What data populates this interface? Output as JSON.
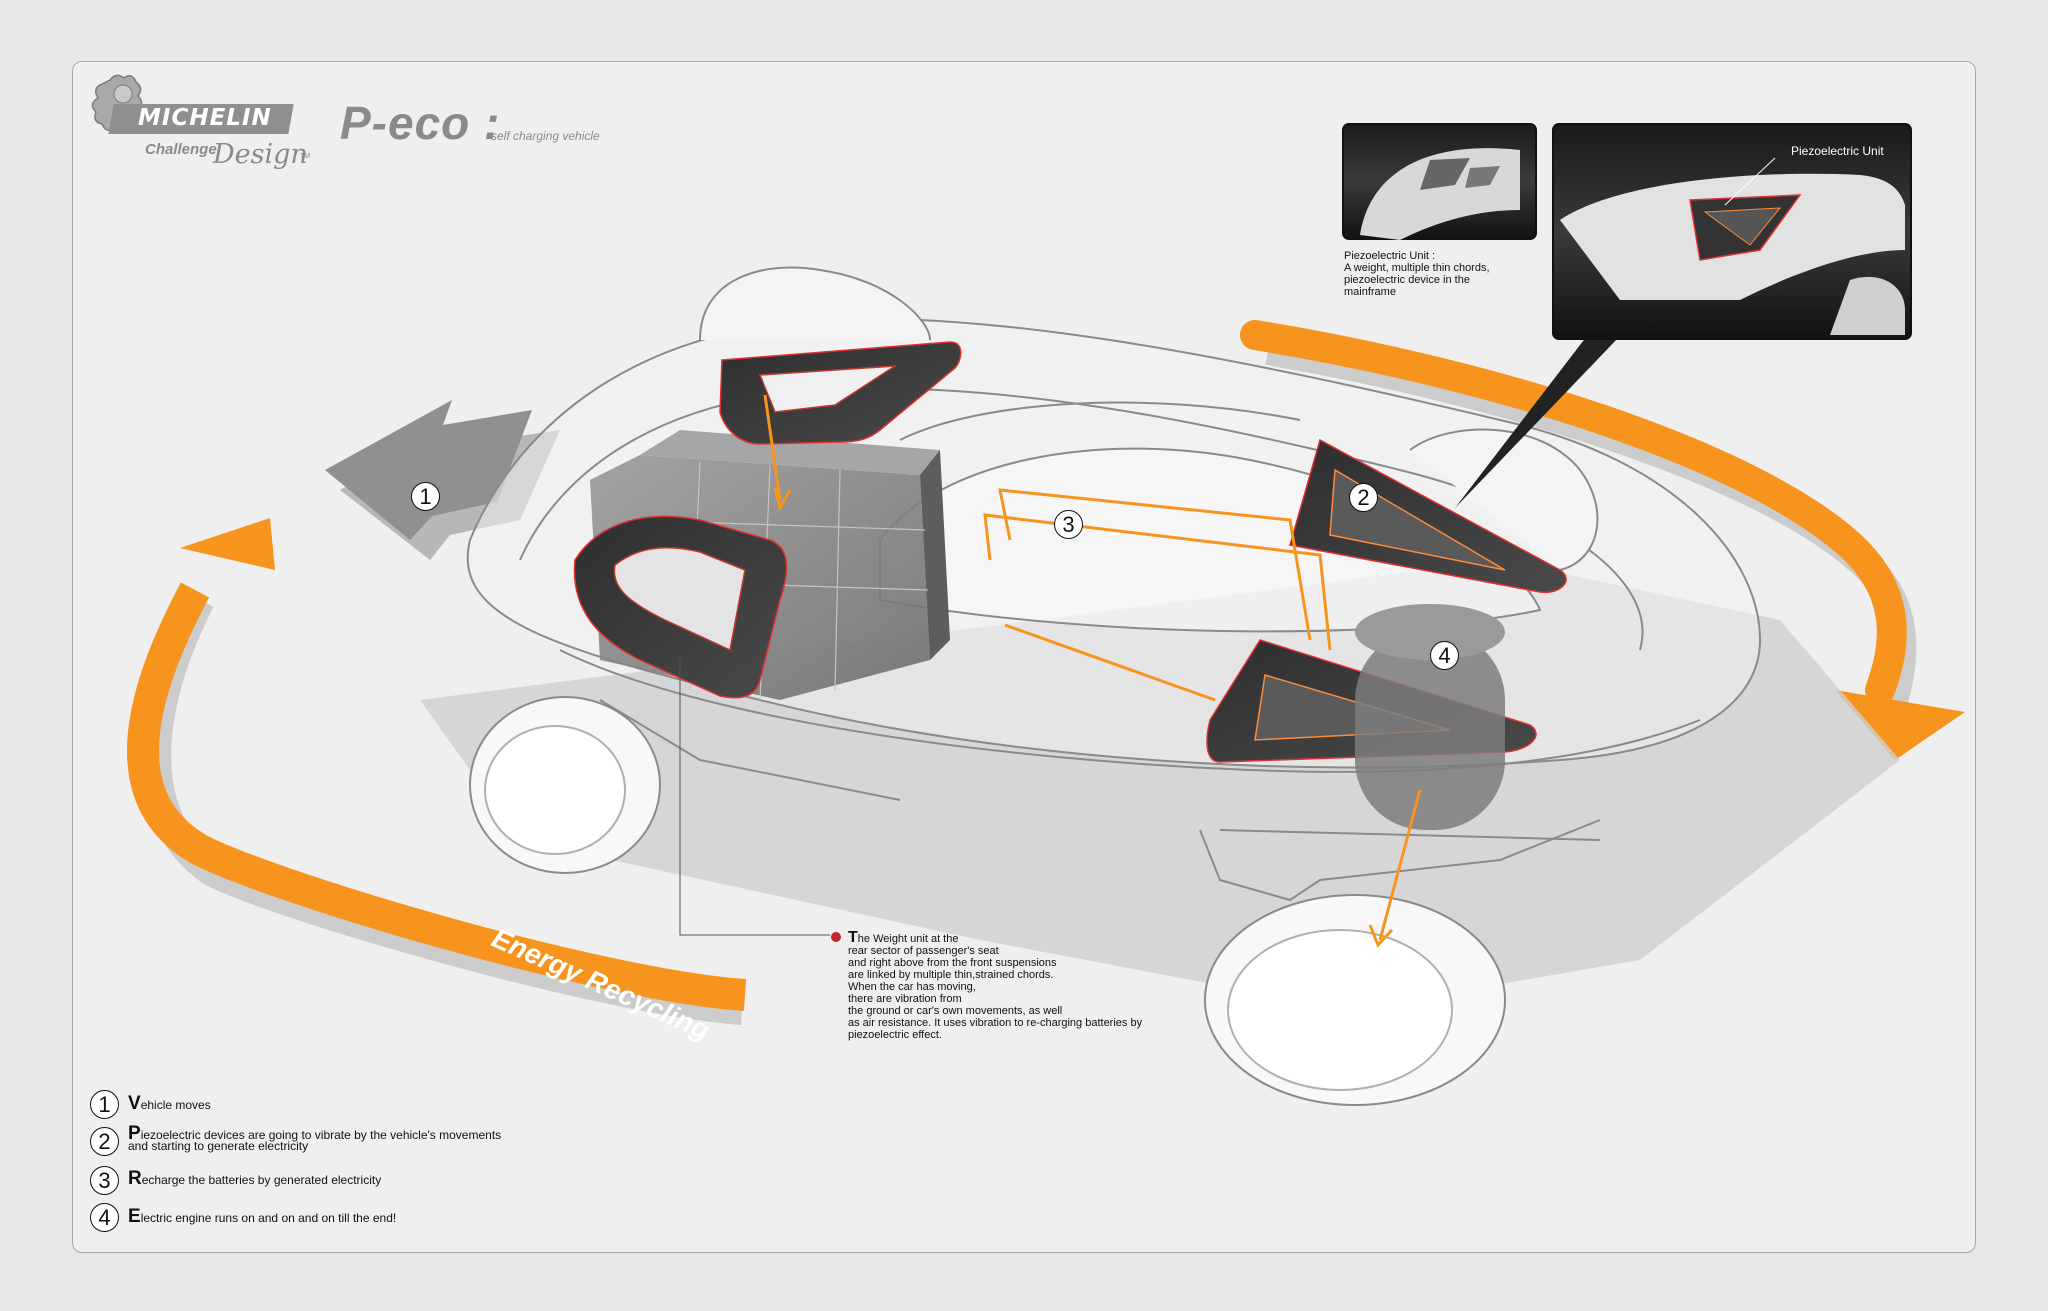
{
  "brand": {
    "name": "MICHELIN",
    "line1": "Challenge",
    "line2": "Design",
    "tm": "TM"
  },
  "title": {
    "main": "P-eco :",
    "subtitle": "self charging vehicle"
  },
  "inset": {
    "label": "Piezoelectric Unit",
    "caption": [
      "Piezoelectric Unit :",
      "A weight, multiple thin chords,",
      "piezoelectric device in the",
      "mainframe"
    ]
  },
  "energy_label": "Energy Recycling",
  "markers": [
    "1",
    "2",
    "3",
    "4"
  ],
  "weight_note": {
    "first_cap": "T",
    "first_rest": "he Weight unit at the",
    "lines": [
      "rear sector of passenger's seat",
      "and right above from the front suspensions",
      "are linked by multiple thin,strained chords.",
      "When the car has moving,",
      "there are vibration from",
      "the ground or car's own movements, as well",
      "as air resistance. It uses vibration to re-charging batteries by",
      "piezoelectric effect."
    ]
  },
  "legend": [
    {
      "num": "1",
      "cap": "V",
      "rest": "ehicle moves",
      "rest2": ""
    },
    {
      "num": "2",
      "cap": "P",
      "rest": "iezoelectric devices are going to vibrate by the vehicle's movements",
      "rest2": "and starting to generate electricity"
    },
    {
      "num": "3",
      "cap": "R",
      "rest": "echarge the batteries by generated electricity",
      "rest2": ""
    },
    {
      "num": "4",
      "cap": "E",
      "rest": "lectric engine runs on and on and on till the end!",
      "rest2": ""
    }
  ],
  "colors": {
    "accent_orange": "#f7941d",
    "red_dot": "#c1272d"
  }
}
